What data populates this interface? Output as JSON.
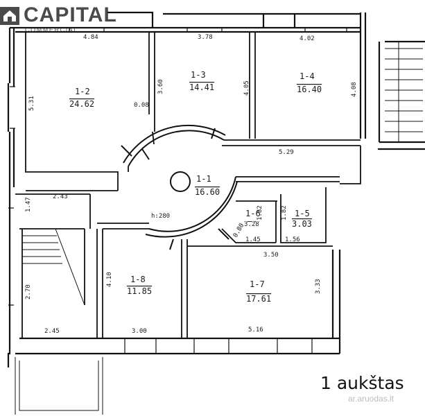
{
  "brand": {
    "name": "CAPITAL",
    "tagline": "COMMERCIAL",
    "icon": "house-logo-icon"
  },
  "floor_label": "1 aukštas",
  "watermark": "ar.aruodas.lt",
  "rooms": [
    {
      "id": "1-1",
      "area": "16.60",
      "note": "h:280"
    },
    {
      "id": "1-2",
      "area": "24.62"
    },
    {
      "id": "1-3",
      "area": "14.41"
    },
    {
      "id": "1-4",
      "area": "16.40"
    },
    {
      "id": "1-5",
      "area": "3.03"
    },
    {
      "id": "1-6",
      "area": "3.28"
    },
    {
      "id": "1-7",
      "area": "17.61"
    },
    {
      "id": "1-8",
      "area": "11.85"
    }
  ],
  "dimensions": [
    "4.84",
    "3.78",
    "4.02",
    "5.31",
    "0.08",
    "3.60",
    "4.05",
    "4.08",
    "5.29",
    "2.43",
    "1.47",
    "1.82",
    "1.82",
    "0.80",
    "1.45",
    "1.56",
    "3.50",
    "4.10",
    "3.33",
    "2.70",
    "2.45",
    "3.00",
    "5.16"
  ]
}
